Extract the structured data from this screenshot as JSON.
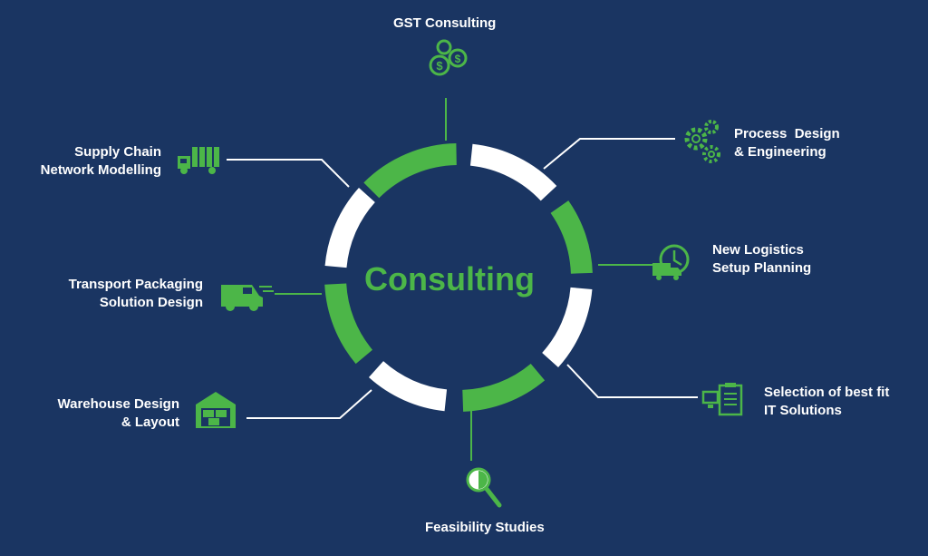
{
  "center_title": "Consulting",
  "colors": {
    "background": "#1a3562",
    "accent": "#4cb648",
    "ring_light": "#ffffff",
    "connector": "#ffffff"
  },
  "nodes": [
    {
      "id": "gst",
      "lines": [
        "GST Consulting"
      ],
      "icon": "dollar-coins-icon"
    },
    {
      "id": "process",
      "lines": [
        "Process  Design",
        "& Engineering"
      ],
      "icon": "gears-icon"
    },
    {
      "id": "logistics",
      "lines": [
        "New Logistics",
        "Setup Planning"
      ],
      "icon": "clock-truck-icon"
    },
    {
      "id": "it",
      "lines": [
        "Selection of best fit",
        "IT Solutions"
      ],
      "icon": "clipboard-monitor-icon"
    },
    {
      "id": "feasibility",
      "lines": [
        "Feasibility Studies"
      ],
      "icon": "magnifier-icon"
    },
    {
      "id": "warehouse",
      "lines": [
        "Warehouse Design",
        "& Layout"
      ],
      "icon": "warehouse-icon"
    },
    {
      "id": "transport",
      "lines": [
        "Transport Packaging",
        "Solution Design"
      ],
      "icon": "van-icon"
    },
    {
      "id": "supply",
      "lines": [
        "Supply Chain",
        "Network Modelling"
      ],
      "icon": "truck-icon"
    }
  ]
}
